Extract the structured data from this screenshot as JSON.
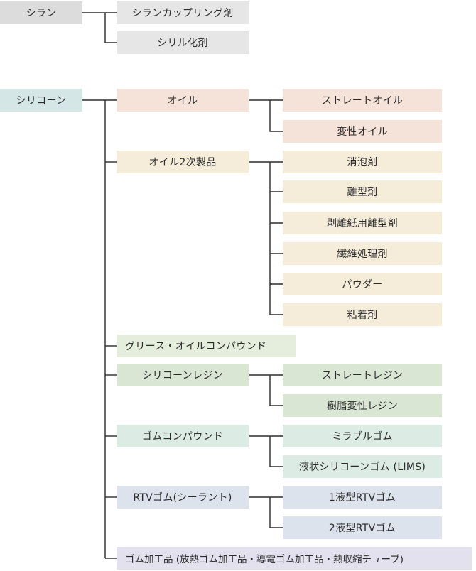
{
  "silane": {
    "root": "シラン",
    "children": [
      "シランカップリング剤",
      "シリル化剤"
    ]
  },
  "silicone": {
    "root": "シリコーン",
    "oil": {
      "label": "オイル",
      "children": [
        "ストレートオイル",
        "変性オイル"
      ]
    },
    "oil_products": {
      "label": "オイル2次製品",
      "children": [
        "消泡剤",
        "離型剤",
        "剥離紙用離型剤",
        "繊維処理剤",
        "パウダー",
        "粘着剤"
      ]
    },
    "grease": {
      "label": "グリース・オイルコンパウンド"
    },
    "resin": {
      "label": "シリコーンレジン",
      "children": [
        "ストレートレジン",
        "樹脂変性レジン"
      ]
    },
    "rubber_compound": {
      "label": "ゴムコンパウンド",
      "children": [
        "ミラブルゴム",
        "液状シリコーンゴム (LIMS)"
      ]
    },
    "rtv": {
      "label": "RTVゴム(シーラント)",
      "children": [
        "1液型RTVゴム",
        "2液型RTVゴム"
      ]
    },
    "processed": {
      "label": "ゴム加工品 (放熱ゴム加工品・導電ゴム加工品・熱収縮チューブ)"
    }
  }
}
